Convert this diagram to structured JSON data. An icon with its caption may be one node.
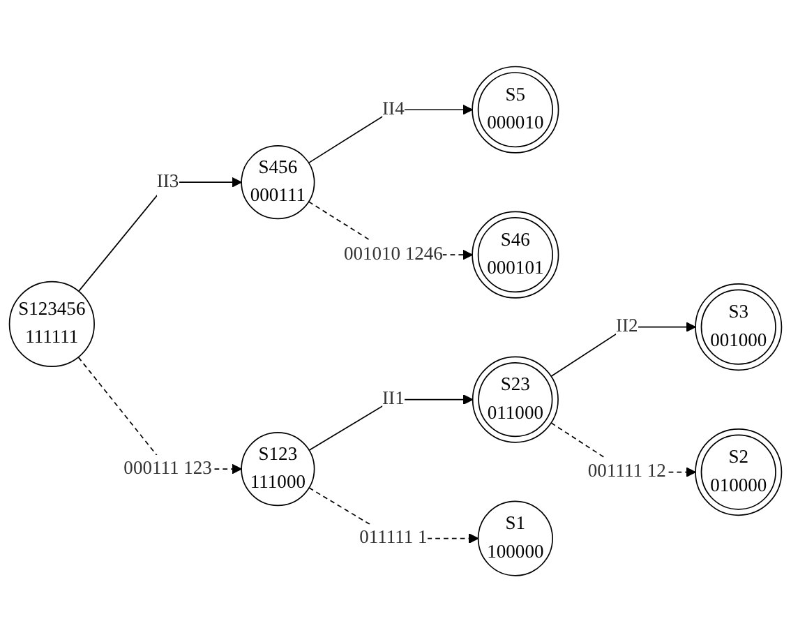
{
  "diagram": {
    "nodes": [
      {
        "text": [
          "S123456",
          "111111"
        ]
      },
      {
        "text": [
          "S456",
          "000111"
        ]
      },
      {
        "text": [
          "S123",
          "111000"
        ]
      },
      {
        "text": [
          "S5",
          "000010"
        ]
      },
      {
        "text": [
          "S46",
          "000101"
        ]
      },
      {
        "text": [
          "S23",
          "011000"
        ]
      },
      {
        "text": [
          "S1",
          "100000"
        ]
      },
      {
        "text": [
          "S3",
          "001000"
        ]
      },
      {
        "text": [
          "S2",
          "010000"
        ]
      }
    ],
    "edges": [
      {
        "from": 0,
        "to": 1,
        "arrow": "to",
        "label": "II3"
      },
      {
        "from": 0,
        "to": 2,
        "arrow": "to",
        "style": "dashed",
        "label": "000111 123"
      },
      {
        "from": 1,
        "to": 3,
        "arrow": "to",
        "label": "II4"
      },
      {
        "from": 1,
        "to": 4,
        "arrow": "to",
        "style": "dashed",
        "label": "001010 1246"
      },
      {
        "from": 2,
        "to": 5,
        "arrow": "to",
        "label": "II1"
      },
      {
        "from": 2,
        "to": 6,
        "arrow": "to",
        "style": "dashed",
        "label": "011111 1"
      },
      {
        "from": 5,
        "to": 7,
        "arrow": "to",
        "label": "II2"
      },
      {
        "from": 5,
        "to": 8,
        "arrow": "to",
        "style": "dashed",
        "label": "001111 12"
      }
    ]
  }
}
